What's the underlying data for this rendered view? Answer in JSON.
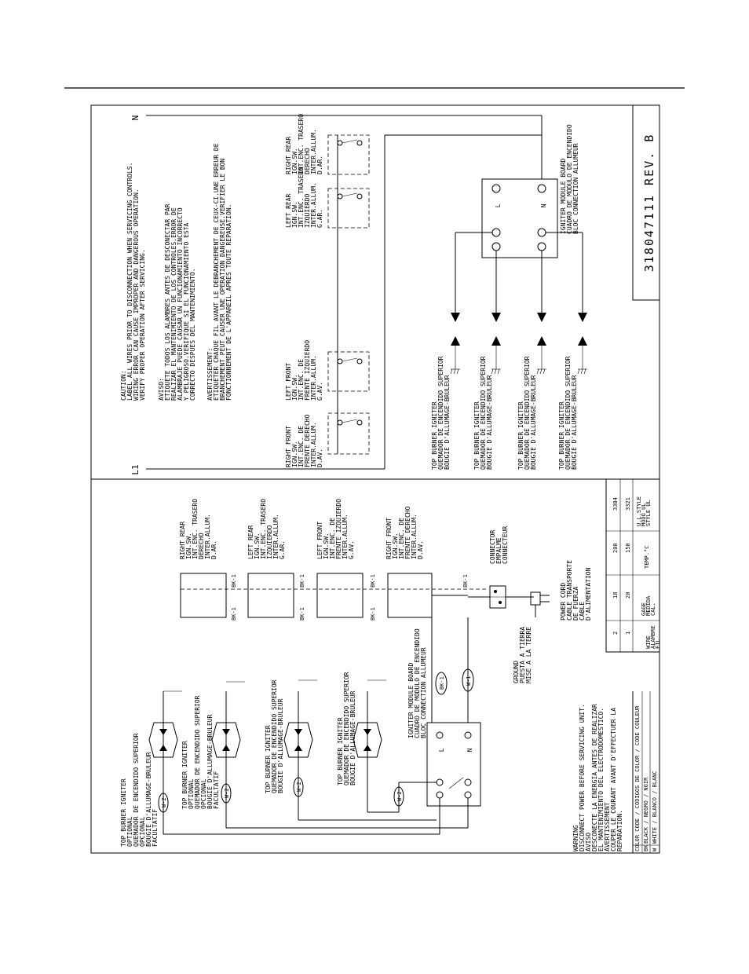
{
  "doc_number": "318047111 REV. B",
  "terminals": {
    "n_label": "N",
    "l1_label": "L1",
    "l_label": "L"
  },
  "wire_tag_bk": "BK-1",
  "wire_tag_w": "W-1",
  "wire_tag_w2": "W-2",
  "caution": {
    "l1": "CAUTION:",
    "l2": "LABEL ALL WIRES PRIOR TO DISCONNECTION WHEN SERVICING CONTROLS.",
    "l3": "WIRING ERROR CAN CAUSE IMPROPER AND DANGEROUS OPERATION.",
    "l4": "VERIFY PROPER OPERATION AFTER SERVICING."
  },
  "aviso": {
    "l1": "AVISO:",
    "l2": "ETIQUETE TODOS LOS ALAMBRES ANTES DE DESCONECTAR PAR",
    "l3": "REALIZAR EL MANTENIMIENTO DE LOS CONTROLES.ERROR DE",
    "l4": "ALAMBRAJE PUEDE CAUSAR UN FUNCIONAMIENTO INCORRECTO",
    "l5": "Y PELIGROSO.VERIFIQUE SI EL FUNCIONAMIENTO ESTA",
    "l6": "CORRECTO DESPUES DEL MANTENIMIENTO."
  },
  "avert": {
    "l1": "AVERTISSEMENT:",
    "l2": "ETIQUETER CHAQUE FIL AVANT LE DEBRANCHEMENT DE CEUX-CI.UNE ERREUR DE",
    "l3": "BRANCHEMENT PEUT CAUSER UNE OPERATION DANGEREUSE.VERIFIER LE BON",
    "l4": "FONCTIONNEMENT DE L'APPAREIL APRES TOUTE REPARATION."
  },
  "switches_right": {
    "rf": [
      "RIGHT FRONT",
      "IGN.SW.",
      "INT.ENC. DE",
      "FRENTE DERECHO",
      "INTER.ALLUM.",
      "D.AV."
    ],
    "lf": [
      "LEFT FRONT",
      "IGN.SW.",
      "INT.ENC. DE",
      "FRENTE IZQUIERDO",
      "INTER.ALLUM.",
      "G.AV."
    ],
    "lr": [
      "LEFT REAR",
      "IGN.SW.",
      "INT.ENC. TRASERO",
      "IZQUIERDO",
      "INTER.ALLUM.",
      "G.AR."
    ],
    "rr": [
      "RIGHT REAR",
      "IGN.SW.",
      "INT.ENC. TRASERO",
      "DERECHO",
      "INTER.ALLUM.",
      "D.AR."
    ]
  },
  "igniter": [
    "TOP BURNER IGNITER",
    "QUEMADOR DE ENCENDIDO SUPERIOR",
    "BOUGIE D'ALLUMAGE-BRULEUR"
  ],
  "igniter_opt": [
    "TOP BURNER IGNITER",
    "OPTIONAL",
    "QUEMADOR DE ENCENDIDO SUPERIOR",
    "OPCIONAL",
    "BOUGIE D'ALLUMAGE-BRULEUR",
    "FACULTATIF"
  ],
  "module_board": [
    "IGNITER MODULE BOARD",
    "CUADRO DE MODULO DE ENCENDIDO",
    "BLOC CONNECTION ALLUMEUR"
  ],
  "connector": [
    "CONNECTOR",
    "EMPALME",
    "CONNECTEUR"
  ],
  "power_cord": [
    "POWER CORD",
    "CABLE TRANSPORTE",
    "DE FUERZA",
    "CABLE",
    "D'ALIMENTATION"
  ],
  "ground": [
    "GROUND",
    "PUESTA A TIERRA",
    "MISE A LA TERRE"
  ],
  "warning": [
    "WARNING",
    "DISCONNECT POWER BEFORE SERVICING UNIT.",
    "AVISO",
    "DESCONECTE LA ENERGIA ANTES DE REALIZAR",
    "EL MANTENIMIENTO DEL ELECTRODOMESTICO.",
    "AVERTISSEMENT",
    "COUPER LE COURANT AVANT D'EFFECTUER LA",
    "REPARATION."
  ],
  "color_code": {
    "header": "COLOR CODE / CODIGOS DE COLOR / CODE COULEUR",
    "rows": [
      {
        "code": "BK",
        "desc": "BLACK / NEGRO / NOIR"
      },
      {
        "code": "W",
        "desc": "WHITE / BLANCO / BLANC"
      }
    ]
  },
  "wire_table": {
    "header": [
      "WIRE",
      "ALAMBRE",
      "FIL"
    ],
    "wire": [
      "2",
      "1"
    ],
    "gage_header": [
      "GAGE",
      "MEDIDA",
      "CAL."
    ],
    "gage": [
      "18",
      "20"
    ],
    "temp_header": "TEMP.°C",
    "temp": [
      "200",
      "150"
    ],
    "style_header": [
      "U.L.STYLE",
      "MODO UL",
      "STYLE UL"
    ],
    "style": [
      "3304",
      "3321"
    ]
  }
}
